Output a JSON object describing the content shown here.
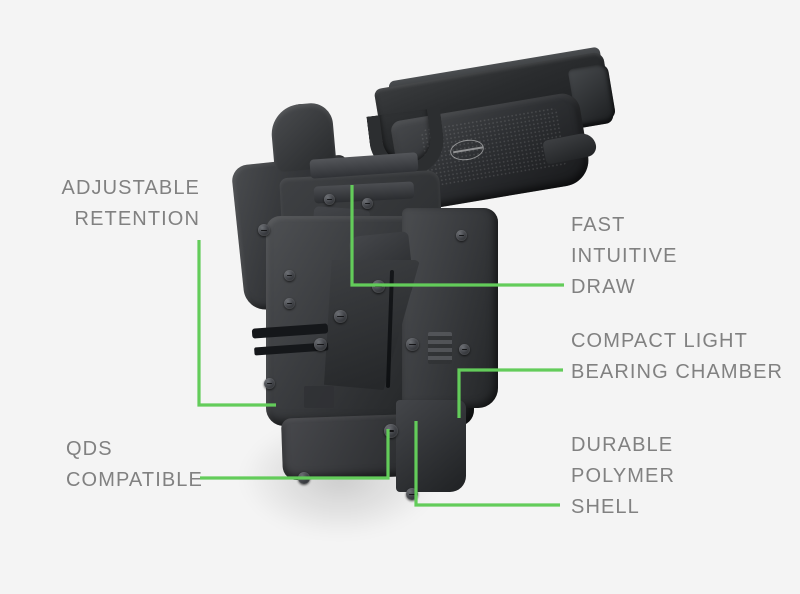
{
  "page": {
    "background_color": "#f4f4f4",
    "accent_color": "#63cc5a",
    "text_color": "#818181",
    "title": "Holster feature callout diagram"
  },
  "product": {
    "name": "duty-holster-with-pistol",
    "description": "Black polymer duty holster with light-bearing chamber holding a semi-automatic pistol"
  },
  "callouts": [
    {
      "id": "adjustable-retention",
      "lines": [
        "ADJUSTABLE",
        "RETENTION"
      ],
      "align": "right",
      "side": "left"
    },
    {
      "id": "qds-compatible",
      "lines": [
        "QDS",
        "COMPATIBLE"
      ],
      "align": "left",
      "side": "left"
    },
    {
      "id": "fast-intuitive-draw",
      "lines": [
        "FAST",
        "INTUITIVE",
        "DRAW"
      ],
      "align": "left",
      "side": "right"
    },
    {
      "id": "compact-light-bearing-chamber",
      "lines": [
        "COMPACT LIGHT",
        "BEARING CHAMBER"
      ],
      "align": "left",
      "side": "right"
    },
    {
      "id": "durable-polymer-shell",
      "lines": [
        "DURABLE",
        "POLYMER",
        "SHELL"
      ],
      "align": "left",
      "side": "right"
    }
  ]
}
